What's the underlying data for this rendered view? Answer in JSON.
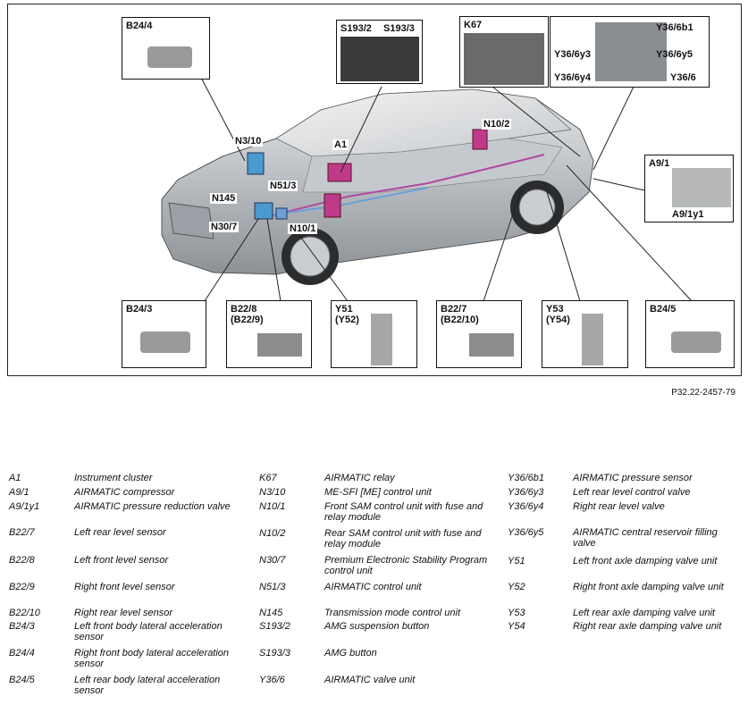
{
  "figure_ref": "P32.22-2457-79",
  "boxes": {
    "b24_4": "B24/4",
    "s193": [
      "S193/2",
      "S193/3"
    ],
    "k67": "K67",
    "y36": [
      "Y36/6b1",
      "Y36/6y3",
      "Y36/6y5",
      "Y36/6y4",
      "Y36/6"
    ],
    "a9": [
      "A9/1",
      "A9/1y1"
    ],
    "b24_3": "B24/3",
    "b22_8": [
      "B22/8",
      "(B22/9)"
    ],
    "y51": [
      "Y51",
      "(Y52)"
    ],
    "b22_7": [
      "B22/7",
      "(B22/10)"
    ],
    "y53": [
      "Y53",
      "(Y54)"
    ],
    "b24_5": "B24/5"
  },
  "car_labels": [
    "N3/10",
    "A1",
    "N10/2",
    "N145",
    "N51/3",
    "N30/7",
    "N10/1"
  ],
  "legend": [
    [
      {
        "code": "A1",
        "desc": "Instrument cluster"
      },
      {
        "code": "A9/1",
        "desc": "AIRMATIC compressor"
      },
      {
        "code": "A9/1y1",
        "desc": "AIRMATIC pressure reduction valve"
      },
      {
        "code": "B22/7",
        "desc": "Left rear level sensor"
      },
      {
        "code": "B22/8",
        "desc": "Left front level sensor"
      },
      {
        "code": "B22/9",
        "desc": "Right front level sensor"
      },
      {
        "code": "B22/10",
        "desc": "Right rear level sensor"
      },
      {
        "code": "B24/3",
        "desc": "Left front body lateral acceleration sensor"
      },
      {
        "code": "B24/4",
        "desc": "Right front body lateral acceleration sensor"
      },
      {
        "code": "B24/5",
        "desc": "Left rear body lateral acceleration sensor"
      }
    ],
    [
      {
        "code": "K67",
        "desc": "AIRMATIC relay"
      },
      {
        "code": "N3/10",
        "desc": "ME-SFI [ME] control unit"
      },
      {
        "code": "N10/1",
        "desc": "Front SAM control unit with fuse and relay module"
      },
      {
        "code": "N10/2",
        "desc": "Rear SAM control unit with fuse and relay module"
      },
      {
        "code": "N30/7",
        "desc": "Premium Electronic Stability Program control unit"
      },
      {
        "code": "N51/3",
        "desc": "AIRMATIC control unit"
      },
      {
        "code": "N145",
        "desc": "Transmission mode control unit"
      },
      {
        "code": "S193/2",
        "desc": "AMG suspension button"
      },
      {
        "code": "S193/3",
        "desc": "AMG button"
      },
      {
        "code": "Y36/6",
        "desc": "AIRMATIC valve unit"
      }
    ],
    [
      {
        "code": "Y36/6b1",
        "desc": "AIRMATIC pressure sensor"
      },
      {
        "code": "Y36/6y3",
        "desc": "Left rear level control valve"
      },
      {
        "code": "Y36/6y4",
        "desc": "Right rear level valve"
      },
      {
        "code": "Y36/6y5",
        "desc": "AIRMATIC central reservoir filling valve"
      },
      {
        "code": "Y51",
        "desc": "Left front axle damping valve unit"
      },
      {
        "code": "Y52",
        "desc": "Right front axle damping valve unit"
      },
      {
        "code": "Y53",
        "desc": "Left rear axle damping valve unit"
      },
      {
        "code": "Y54",
        "desc": "Right rear axle damping valve unit"
      }
    ]
  ]
}
